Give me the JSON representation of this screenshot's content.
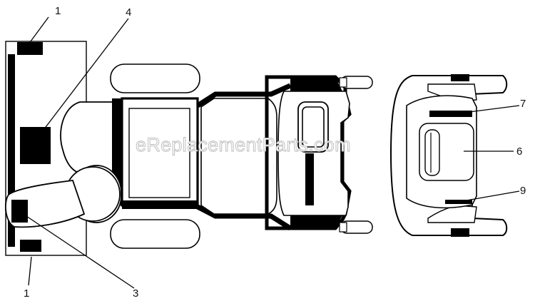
{
  "diagram": {
    "callouts": {
      "c1_top": "1",
      "c4": "4",
      "c7": "7",
      "c6": "6",
      "c9": "9",
      "c1_bottom": "1",
      "c3": "3"
    },
    "watermark": "eReplacementParts.com"
  },
  "colors": {
    "ink": "#000000",
    "paper": "#ffffff"
  }
}
